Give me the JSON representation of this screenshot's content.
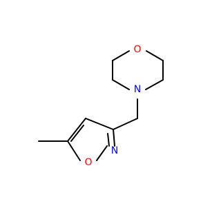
{
  "molecule": {
    "atoms": {
      "morpholine_oxygen": "O",
      "morpholine_nitrogen": "N",
      "isoxazole_nitrogen": "N",
      "isoxazole_oxygen": "O"
    },
    "colors": {
      "bond": "#000000",
      "oxygen": "#ff0000",
      "nitrogen": "#0000ff"
    }
  }
}
